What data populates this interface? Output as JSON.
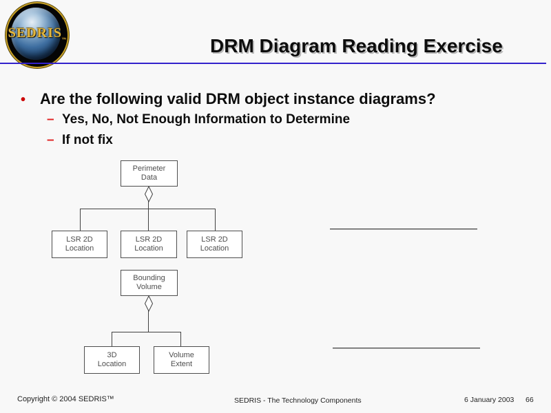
{
  "logo": {
    "text": "SEDRIS",
    "trademark": "™"
  },
  "header": {
    "title": "DRM Diagram Reading Exercise"
  },
  "markers": {
    "bullet": "•",
    "dash": "–"
  },
  "bullets": {
    "main": "Are the following valid DRM object instance diagrams?",
    "sub": [
      "Yes, No, Not Enough Information to Determine",
      "If not fix"
    ]
  },
  "diagrams": [
    {
      "parent": "Perimeter\nData",
      "connector": "aggregation-diamond",
      "children": [
        "LSR 2D\nLocation",
        "LSR 2D\nLocation",
        "LSR 2D\nLocation"
      ]
    },
    {
      "parent": "Bounding\nVolume",
      "connector": "aggregation-diamond",
      "children": [
        "3D\nLocation",
        "Volume\nExtent"
      ]
    }
  ],
  "footer": {
    "copyright": "Copyright © 2004 SEDRIS™",
    "center": "SEDRIS - The Technology Components",
    "date": "6 January 2003",
    "page_number": "66"
  },
  "colors": {
    "accent_line": "#3322cc",
    "bullet_red": "#cc0000",
    "logo_gold": "#e3b63e",
    "box_border_gray": "#4d4d4d"
  }
}
